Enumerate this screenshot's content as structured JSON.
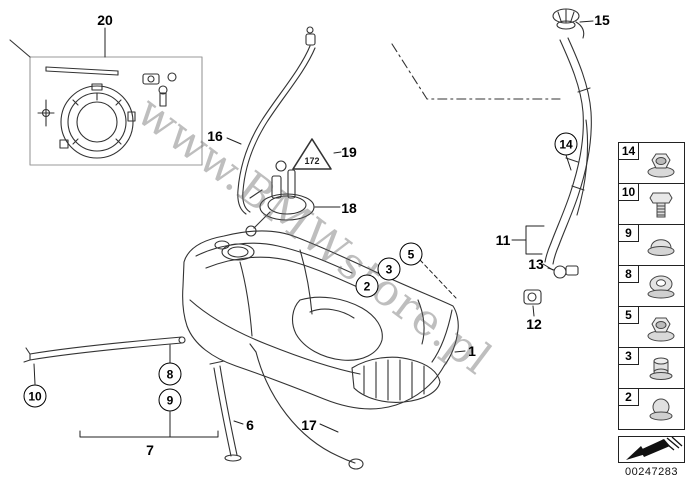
{
  "watermark": "www.BMWstore.pl",
  "image_number": "00247283",
  "warning_triangle_text": "172",
  "callouts": {
    "c1": "1",
    "c2": "2",
    "c3": "3",
    "c5": "5",
    "c6": "6",
    "c7": "7",
    "c8": "8",
    "c9": "9",
    "c10": "10",
    "c11": "11",
    "c12": "12",
    "c13": "13",
    "c14": "14",
    "c15": "15",
    "c16": "16",
    "c17": "17",
    "c18": "18",
    "c19": "19",
    "c20": "20"
  },
  "sidebar": {
    "items": [
      {
        "label": "14",
        "icon": "flange-nut-icon"
      },
      {
        "label": "10",
        "icon": "hex-bolt-icon"
      },
      {
        "label": "9",
        "icon": "grommet-icon"
      },
      {
        "label": "8",
        "icon": "bushing-icon"
      },
      {
        "label": "5",
        "icon": "flange-nut-icon"
      },
      {
        "label": "3",
        "icon": "spacer-sleeve-icon"
      },
      {
        "label": "2",
        "icon": "plug-icon"
      }
    ]
  },
  "colors": {
    "line": "#333333",
    "leader": "#222222",
    "watermark": "rgba(100,100,100,0.42)"
  }
}
